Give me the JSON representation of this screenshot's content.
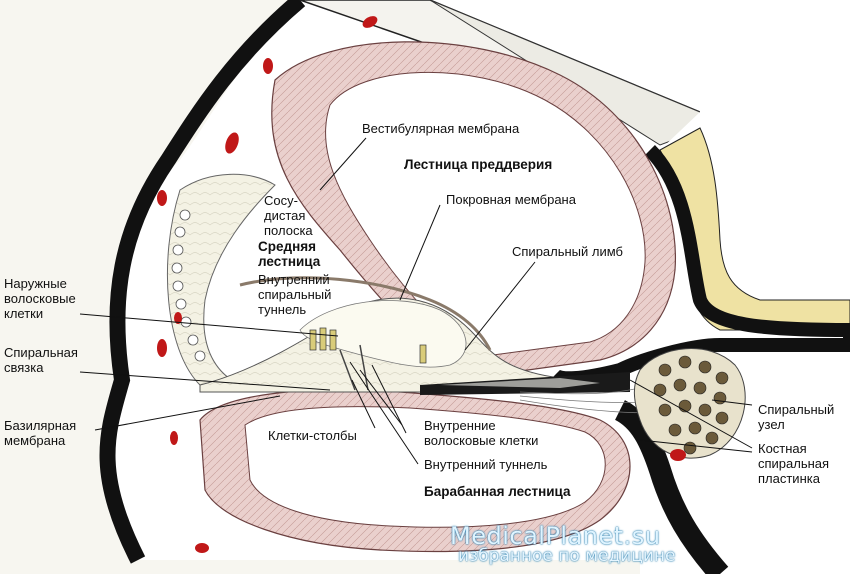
{
  "diagram": {
    "labels": {
      "vestibular_membrane": "Вестибулярная мембрана",
      "scala_vestibuli": "Лестница преддверия",
      "stria_vascularis": "Сосу-\nдистая\nполоска",
      "tectorial_membrane": "Покровная мембрана",
      "scala_media": "Средняя\nлестница",
      "spiral_limbus": "Спиральный лимб",
      "inner_spiral_tunnel": "Внутренний\nспиральный\nтуннель",
      "outer_hair_cells": "Наружные\nволосковые\nклетки",
      "spiral_ligament": "Спиральная\nсвязка",
      "basilar_membrane": "Базилярная\nмембрана",
      "pillar_cells": "Клетки-столбы",
      "inner_hair_cells": "Внутренние\nволосковые клетки",
      "inner_tunnel": "Внутренний туннель",
      "spiral_ganglion": "Спиральный\nузел",
      "osseous_spiral_lamina": "Костная\nспиральная\nпластинка",
      "scala_tympani": "Барабанная лестница"
    },
    "watermark": {
      "site": "MedicalPlanet.su",
      "tagline": "избранное по медицине"
    }
  }
}
